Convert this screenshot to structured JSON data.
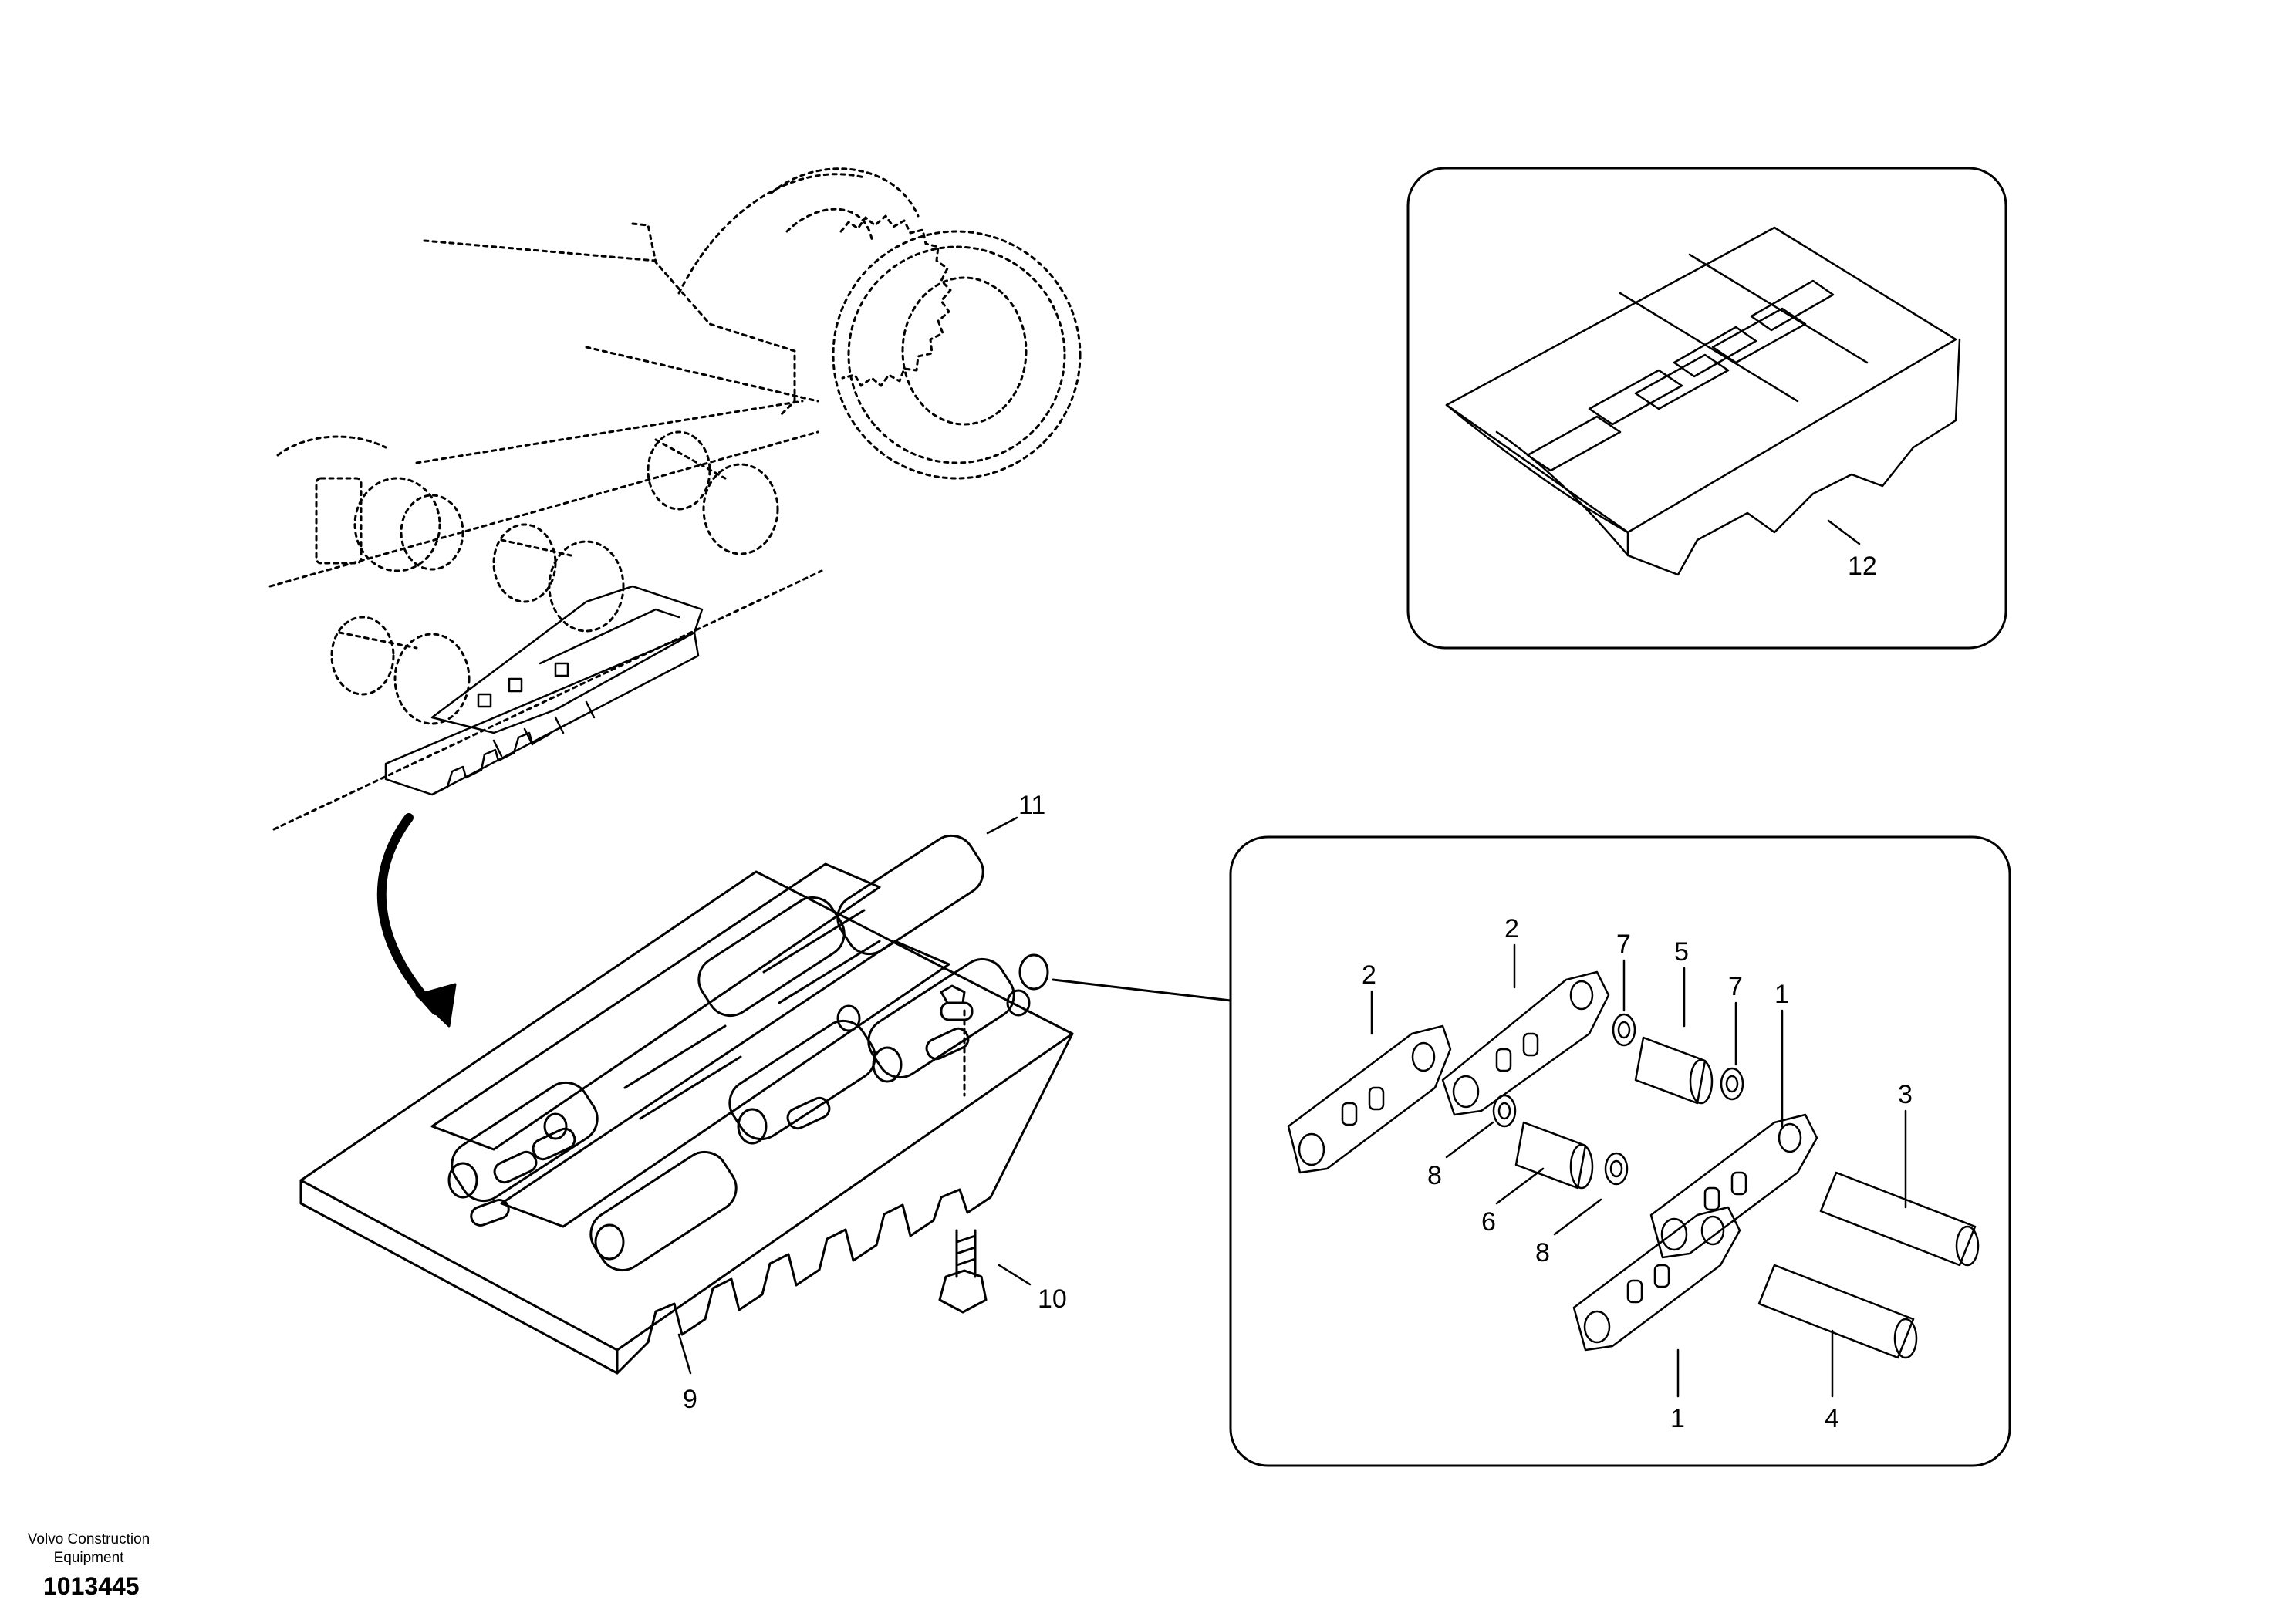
{
  "colors": {
    "line": "#000000",
    "background": "#ffffff"
  },
  "footer": {
    "company": "Volvo Construction Equipment",
    "drawing_number": "1013445"
  },
  "callouts": {
    "c1a": "1",
    "c1b": "1",
    "c2a": "2",
    "c2b": "2",
    "c3": "3",
    "c4": "4",
    "c5": "5",
    "c6": "6",
    "c7a": "7",
    "c7b": "7",
    "c8a": "8",
    "c8b": "8",
    "c9": "9",
    "c10": "10",
    "c11": "11",
    "c12": "12"
  }
}
